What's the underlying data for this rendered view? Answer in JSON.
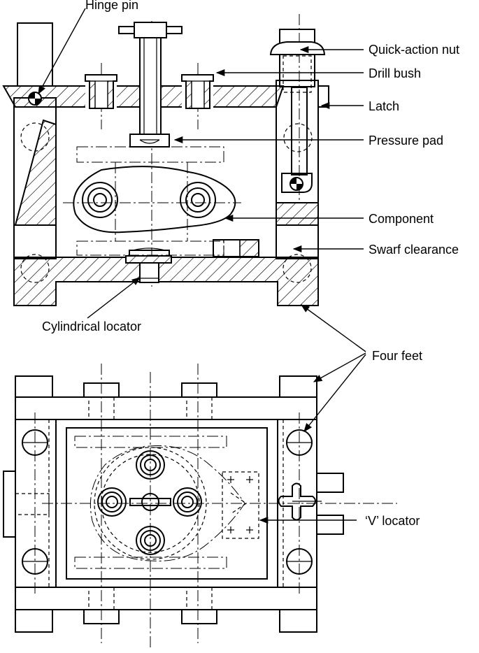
{
  "labels": {
    "hinge_pin": "Hinge pin",
    "quick_action_nut": "Quick-action nut",
    "drill_bush": "Drill bush",
    "latch": "Latch",
    "pressure_pad": "Pressure pad",
    "component": "Component",
    "swarf_clearance": "Swarf clearance",
    "cylindrical_locator": "Cylindrical locator",
    "four_feet": "Four feet",
    "v_locator": "‘V’ locator"
  }
}
